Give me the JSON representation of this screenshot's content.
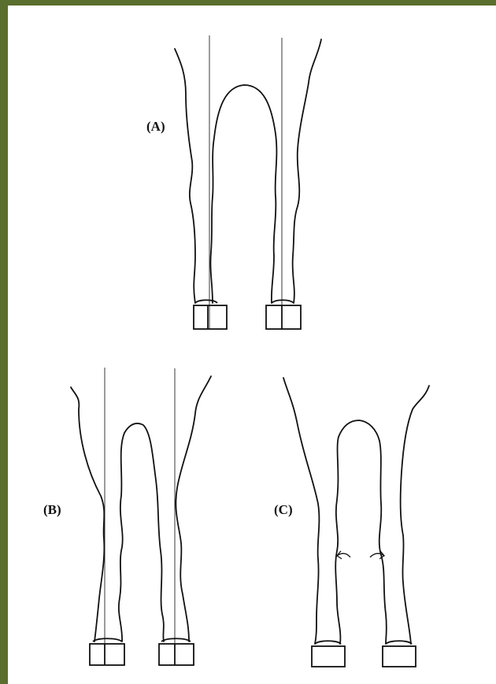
{
  "figure": {
    "panels": [
      {
        "id": "A",
        "label": "(A)"
      },
      {
        "id": "B",
        "label": "(B)"
      },
      {
        "id": "C",
        "label": "(C)"
      }
    ]
  },
  "colors": {
    "border": "#5a6e2e",
    "background": "#ffffff",
    "ink": "#111111"
  }
}
